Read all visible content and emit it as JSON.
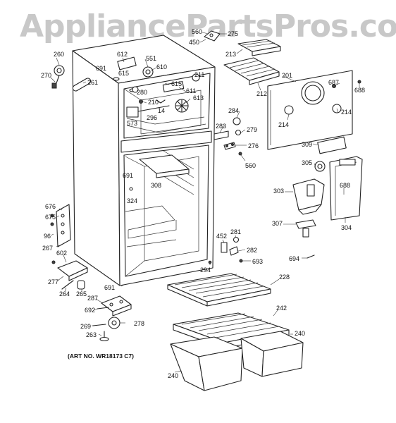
{
  "watermark": "AppliancePartsPros.com",
  "art_number": "(ART NO. WR18173 C7)",
  "callouts": {
    "c560": "560",
    "c450": "450",
    "c275": "275",
    "c213": "213",
    "c212": "212",
    "c201": "201",
    "c687": "687",
    "c688": "688",
    "c214a": "214",
    "c214b": "214",
    "c309": "309",
    "c260": "260",
    "c270": "270",
    "c261": "261",
    "c612": "612",
    "c551": "551",
    "c691a": "691",
    "c615a": "615",
    "c610": "610",
    "c211": "211",
    "c280": "280",
    "c615b": "615",
    "c611": "611",
    "c613": "613",
    "c210": "210",
    "c14": "14",
    "c573": "573",
    "c296": "296",
    "c284": "284",
    "c283": "283",
    "c279": "279",
    "c276": "276",
    "c560b": "560",
    "c691b": "691",
    "c308": "308",
    "c324": "324",
    "c305": "305",
    "c303": "303",
    "c688b": "688",
    "c307": "307",
    "c304": "304",
    "c676": "676",
    "c675": "675",
    "c96": "96",
    "c267": "267",
    "c602": "602",
    "c452": "452",
    "c281": "281",
    "c282": "282",
    "c693": "693",
    "c294": "294",
    "c694": "694",
    "c228": "228",
    "c277": "277",
    "c264": "264",
    "c265": "265",
    "c691c": "691",
    "c287": "287",
    "c692": "692",
    "c269": "269",
    "c278": "278",
    "c263": "263",
    "c242": "242",
    "c240a": "240",
    "c240b": "240"
  }
}
